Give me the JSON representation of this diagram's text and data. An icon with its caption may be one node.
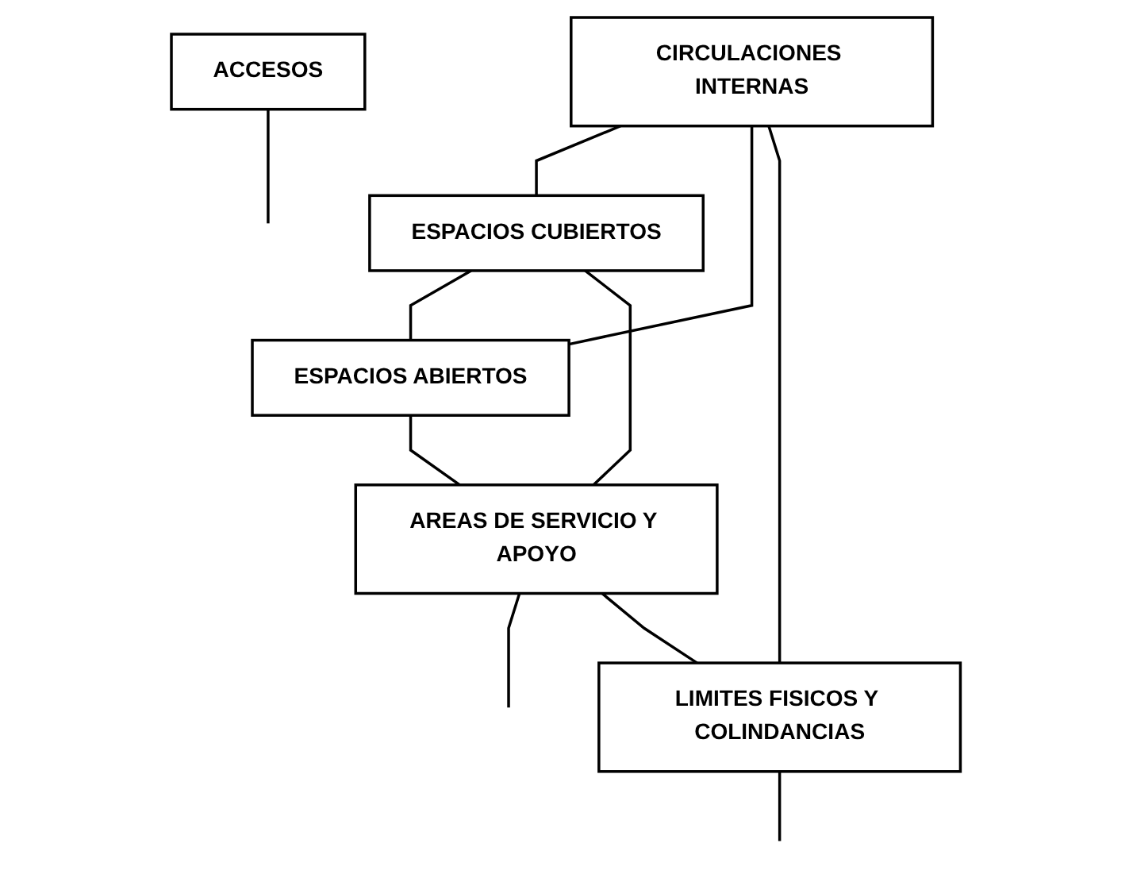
{
  "diagram": {
    "nodes": [
      {
        "text": [
          "ACCESOS"
        ]
      },
      {
        "text": [
          "CIRCULACIONES INTERNAS"
        ]
      },
      {
        "text": [
          "ESPACIOS CUBIERTOS"
        ]
      },
      {
        "text": [
          "ESPACIOS ABIERTOS"
        ]
      },
      {
        "text": [
          "AREAS DE SERVICIO Y APOYO"
        ]
      },
      {
        "text": [
          "LIMITES FISICOS Y COLINDANCIAS"
        ]
      }
    ],
    "edges": [
      {
        "from": 0,
        "to": null,
        "arrow": "none"
      },
      {
        "from": 1,
        "to": 2,
        "arrow": "none"
      },
      {
        "from": 1,
        "to": 3,
        "arrow": "none"
      },
      {
        "from": 1,
        "to": 5,
        "arrow": "none"
      },
      {
        "from": 2,
        "to": 3,
        "arrow": "none"
      },
      {
        "from": 2,
        "to": 4,
        "arrow": "none"
      },
      {
        "from": 3,
        "to": 4,
        "arrow": "none"
      },
      {
        "from": 4,
        "to": null,
        "arrow": "none"
      },
      {
        "from": 4,
        "to": 5,
        "arrow": "none"
      },
      {
        "from": 5,
        "to": null,
        "arrow": "none"
      }
    ]
  }
}
